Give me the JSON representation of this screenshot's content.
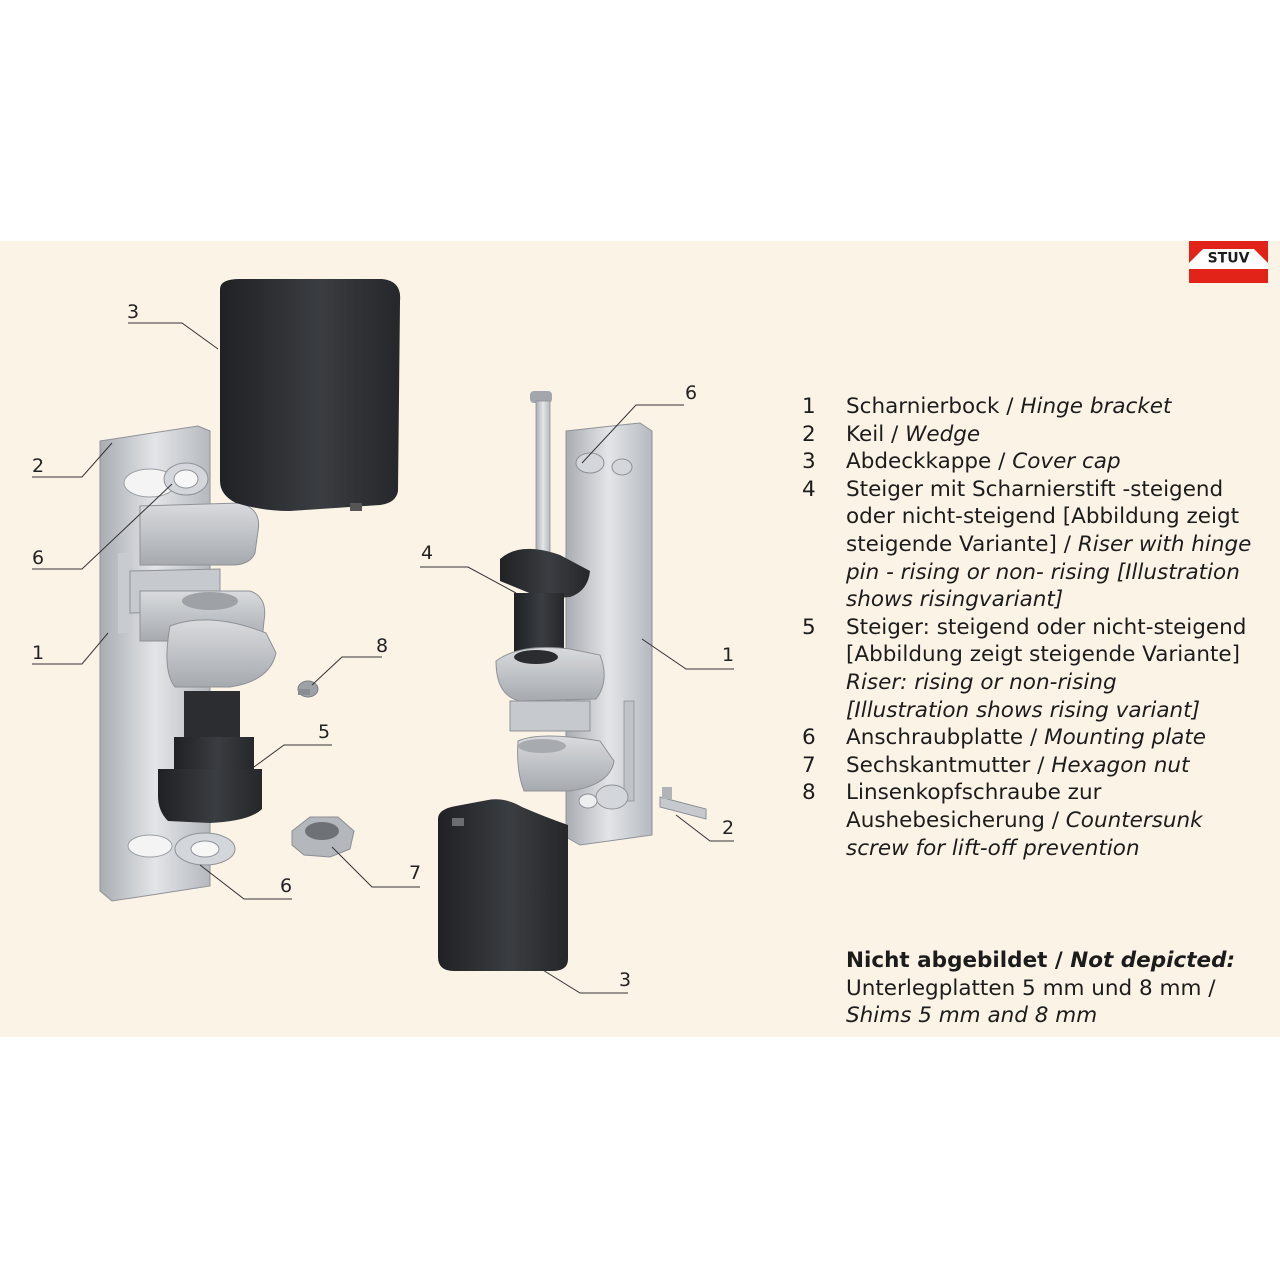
{
  "brand": {
    "logo_text": "STUV",
    "color": "#e2231a"
  },
  "callouts": {
    "left": [
      "3",
      "2",
      "6",
      "1",
      "8",
      "5",
      "6",
      "7"
    ],
    "right": [
      "6",
      "4",
      "1",
      "2",
      "3"
    ]
  },
  "legend": [
    {
      "num": "1",
      "lines": [
        {
          "de": "Scharnierbock / ",
          "en": "Hinge bracket"
        }
      ]
    },
    {
      "num": "2",
      "lines": [
        {
          "de": "Keil / ",
          "en": "Wedge"
        }
      ]
    },
    {
      "num": "3",
      "lines": [
        {
          "de": "Abdeckkappe / ",
          "en": "Cover cap"
        }
      ]
    },
    {
      "num": "4",
      "lines": [
        {
          "de": "Steiger mit Scharnierstift -steigend",
          "en": ""
        },
        {
          "de": "oder nicht-steigend [Abbildung zeigt",
          "en": ""
        },
        {
          "de": "steigende Variante] / ",
          "en": "Riser with hinge"
        },
        {
          "de": "",
          "en": "pin - rising or non- rising [Illustration"
        },
        {
          "de": "",
          "en": "shows risingvariant]"
        }
      ]
    },
    {
      "num": "5",
      "lines": [
        {
          "de": "Steiger: steigend oder nicht-steigend",
          "en": ""
        },
        {
          "de": "[Abbildung zeigt steigende Variante]",
          "en": ""
        },
        {
          "de": "",
          "en": "Riser: rising or non-rising"
        },
        {
          "de": "",
          "en": "[Illustration shows rising variant]"
        }
      ]
    },
    {
      "num": "6",
      "lines": [
        {
          "de": "Anschraubplatte / ",
          "en": "Mounting plate"
        }
      ]
    },
    {
      "num": "7",
      "lines": [
        {
          "de": "Sechskantmutter / ",
          "en": "Hexagon nut"
        }
      ]
    },
    {
      "num": "8",
      "lines": [
        {
          "de": "Linsenkopfschraube zur",
          "en": ""
        },
        {
          "de": "Aushebesicherung / ",
          "en": "Countersunk"
        },
        {
          "de": "",
          "en": "screw for lift-off prevention"
        }
      ]
    }
  ],
  "not_depicted": {
    "heading_de": "Nicht abgebildet / ",
    "heading_en": "Not depicted:",
    "line1": "Unterlegplatten 5 mm und 8 mm /",
    "line2": "Shims 5 mm and 8 mm"
  }
}
